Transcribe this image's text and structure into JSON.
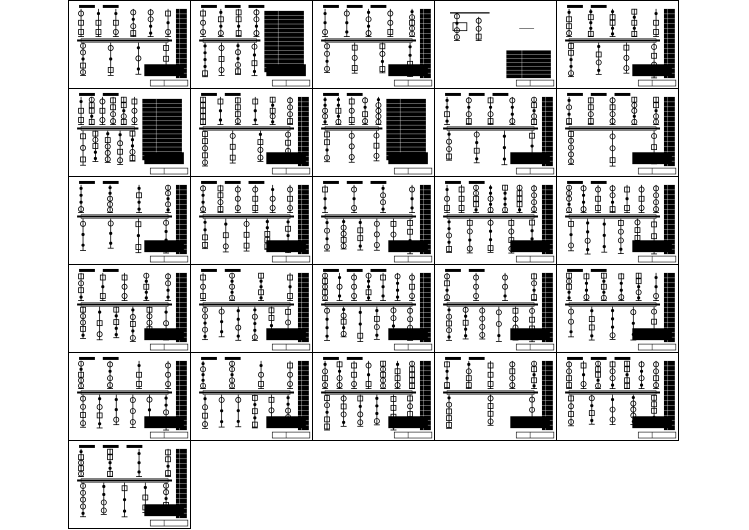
{
  "drawing_set": {
    "rows": 6,
    "columns": 5,
    "sheet_count": 26,
    "line_color": "#000000",
    "background_color": "#ffffff",
    "sheet_types": [
      "single-line-diagram",
      "panel-schedule",
      "title-block"
    ]
  },
  "sheets": [
    {
      "variant": "A"
    },
    {
      "variant": "B"
    },
    {
      "variant": "A"
    },
    {
      "variant": "C"
    },
    {
      "variant": "A"
    },
    {
      "variant": "B"
    },
    {
      "variant": "A"
    },
    {
      "variant": "B"
    },
    {
      "variant": "A"
    },
    {
      "variant": "A"
    },
    {
      "variant": "A"
    },
    {
      "variant": "A"
    },
    {
      "variant": "A"
    },
    {
      "variant": "A"
    },
    {
      "variant": "A"
    },
    {
      "variant": "A"
    },
    {
      "variant": "A"
    },
    {
      "variant": "A"
    },
    {
      "variant": "A"
    },
    {
      "variant": "A"
    },
    {
      "variant": "A"
    },
    {
      "variant": "A"
    },
    {
      "variant": "A"
    },
    {
      "variant": "A"
    },
    {
      "variant": "A"
    },
    {
      "variant": "A"
    }
  ]
}
